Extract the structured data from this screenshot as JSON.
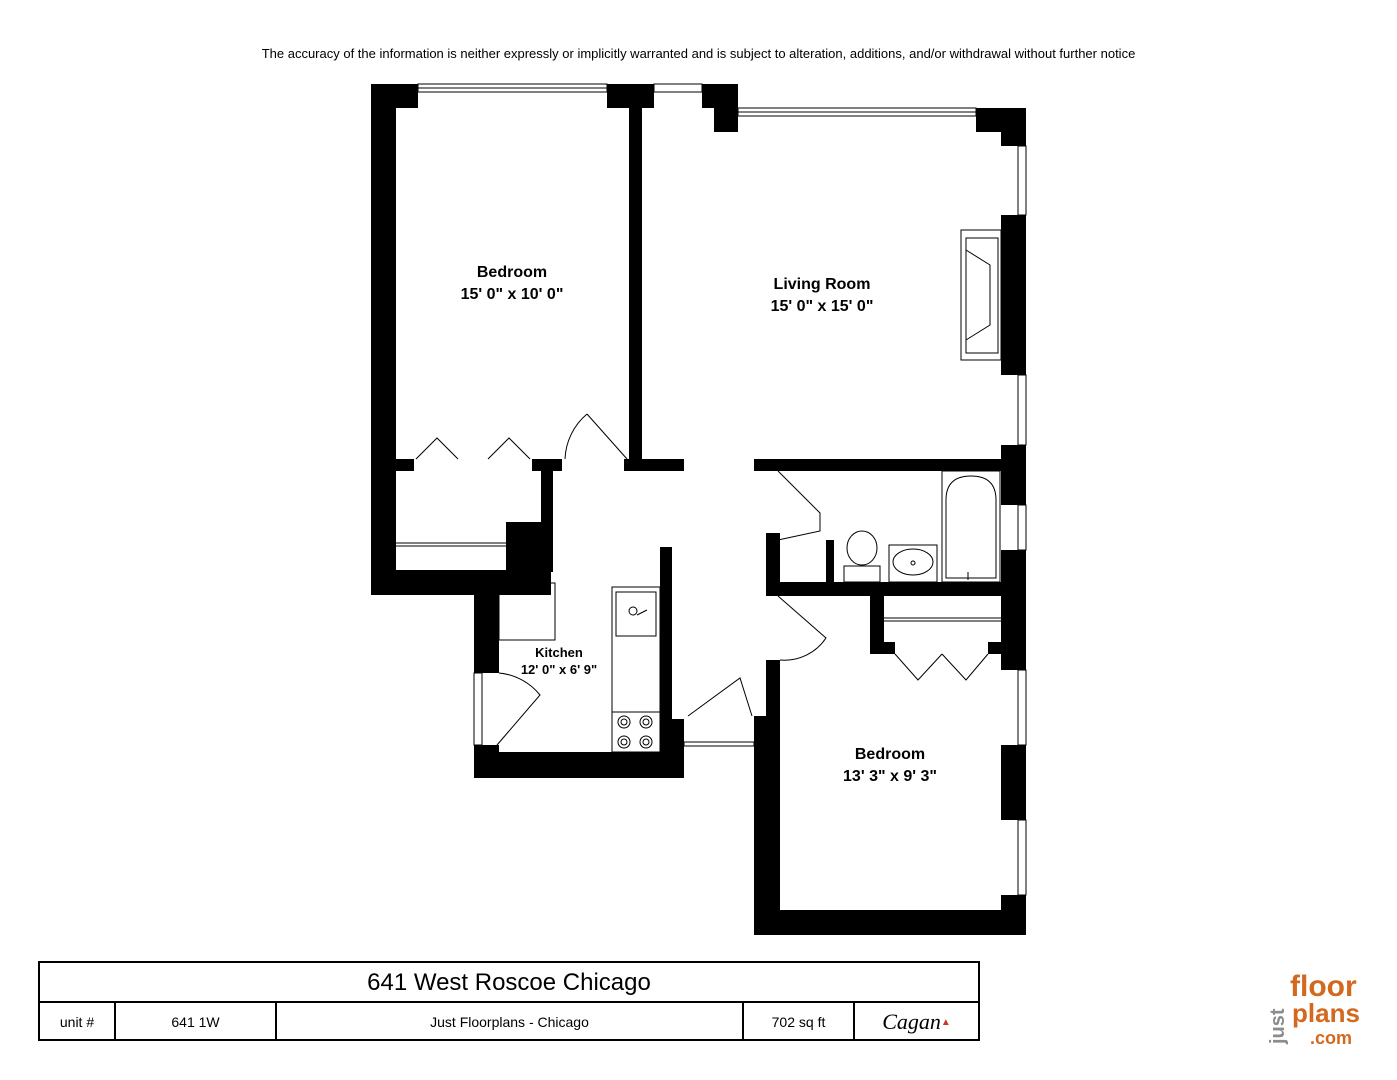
{
  "disclaimer": "The accuracy of the information is neither expressly or implicitly warranted and is subject to alteration, additions, and/or withdrawal without further notice",
  "rooms": {
    "bedroom1": {
      "name": "Bedroom",
      "dims": "15' 0\" x 10' 0\""
    },
    "living": {
      "name": "Living Room",
      "dims": "15' 0\" x 15' 0\""
    },
    "kitchen": {
      "name": "Kitchen",
      "dims": "12' 0\" x 6' 9\""
    },
    "bedroom2": {
      "name": "Bedroom",
      "dims": "13' 3\" x 9' 3\""
    }
  },
  "title_block": {
    "address": "641 West Roscoe Chicago",
    "unit_label": "unit #",
    "unit_value": "641 1W",
    "company": "Just Floorplans - Chicago",
    "area": "702 sq ft",
    "partner_logo": "Cagan"
  },
  "brand": {
    "line1": "just",
    "line2": "floor",
    "line3": "plans",
    "line4": ".com"
  },
  "colors": {
    "wall": "#000000",
    "brand_orange": "#d2691e",
    "brand_gray": "#8c8c8c"
  }
}
